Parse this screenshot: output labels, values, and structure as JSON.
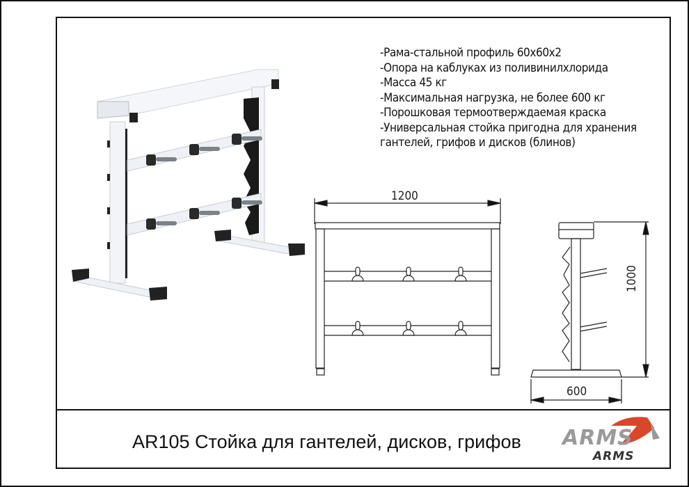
{
  "specs": {
    "lines": [
      "-Рама-стальной профиль 60х60х2",
      "-Опора на каблуках из поливинилхлорида",
      "-Масса 45 кг",
      "-Максимальная нагрузка, не более 600 кг",
      "-Порошковая термоотверждаемая краска",
      "-Универсальная стойка пригодна для хранения",
      "гантелей, грифов и дисков (блинов)"
    ]
  },
  "dimensions": {
    "width": "1200",
    "height": "1000",
    "depth": "600"
  },
  "title": "AR105 Стойка для гантелей, дисков, грифов",
  "logo": {
    "text_large": "ARMS",
    "text_small": "ARMS",
    "accent_color": "#d9472a",
    "gray_color": "#9a9a9a"
  }
}
